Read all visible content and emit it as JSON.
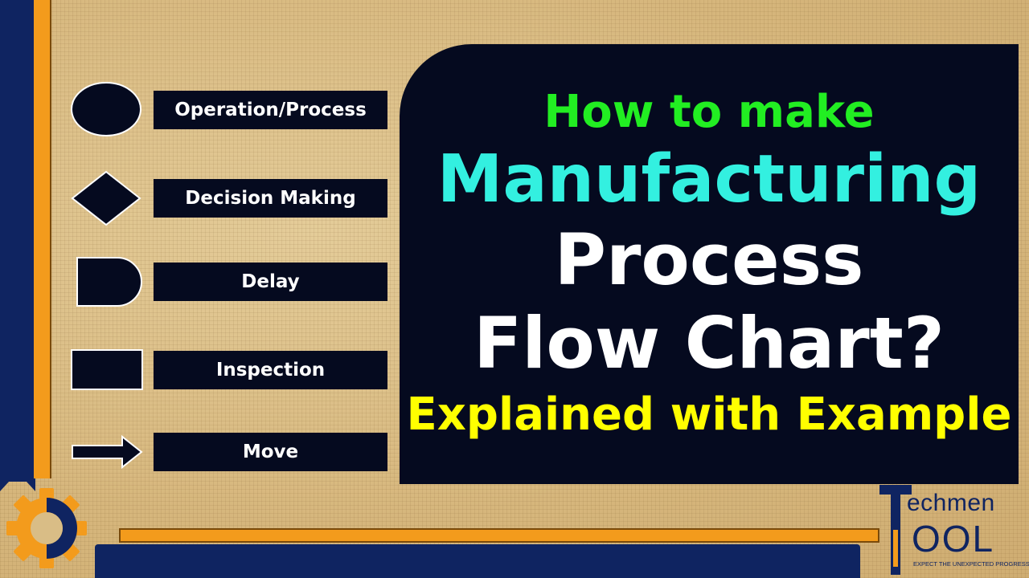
{
  "legend": {
    "items": [
      {
        "label": "Operation/Process",
        "shape": "ellipse"
      },
      {
        "label": "Decision Making",
        "shape": "diamond"
      },
      {
        "label": "Delay",
        "shape": "d-shape"
      },
      {
        "label": "Inspection",
        "shape": "rectangle"
      },
      {
        "label": "Move",
        "shape": "arrow"
      }
    ]
  },
  "title": {
    "line1": "How to make",
    "line2": "Manufacturing",
    "line3": "Process",
    "line4": "Flow Chart?",
    "line5": "Explained with Example"
  },
  "logo": {
    "word_top": "echmen",
    "word_bottom": "OOL",
    "tagline": "EXPECT THE UNEXPECTED PROGRESS"
  },
  "colors": {
    "background": "#d9bd86",
    "navy": "#0f2461",
    "orange": "#f39b1c",
    "panel": "#050a1f",
    "title_green": "#22ee22",
    "title_cyan": "#33f0e0",
    "title_white": "#ffffff",
    "title_yellow": "#ffff00"
  },
  "icons": [
    "gear-icon",
    "ellipse-icon",
    "diamond-icon",
    "d-shape-icon",
    "rectangle-icon",
    "arrow-icon",
    "techmen-tool-logo"
  ]
}
